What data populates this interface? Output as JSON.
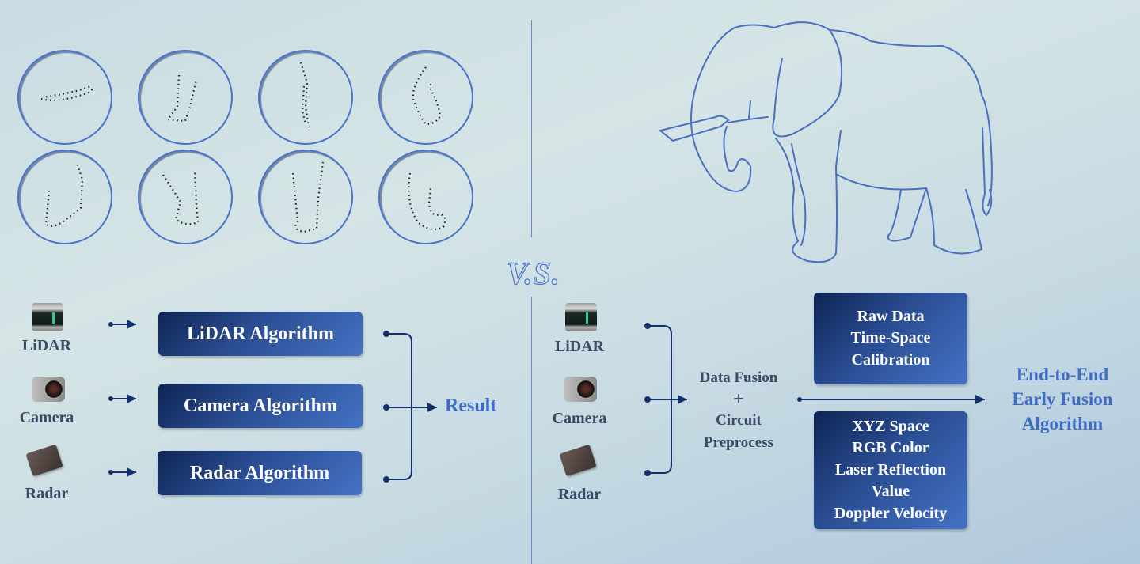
{
  "left_panel": {
    "point_clouds": [
      "curve-1",
      "foot-1",
      "leg-1",
      "trunk-1",
      "curve-2",
      "foot-2",
      "foot-3",
      "trunk-2"
    ],
    "sensors": [
      {
        "label": "LiDAR",
        "icon": "lidar-icon"
      },
      {
        "label": "Camera",
        "icon": "camera-icon"
      },
      {
        "label": "Radar",
        "icon": "radar-icon"
      }
    ],
    "algorithms": [
      "LiDAR Algorithm",
      "Camera Algorithm",
      "Radar Algorithm"
    ],
    "result": "Result"
  },
  "center": {
    "vs": "V.S."
  },
  "right_panel": {
    "illustration": "elephant",
    "sensors": [
      {
        "label": "LiDAR",
        "icon": "lidar-icon"
      },
      {
        "label": "Camera",
        "icon": "camera-icon"
      },
      {
        "label": "Radar",
        "icon": "radar-icon"
      }
    ],
    "fusion": {
      "line1": "Data Fusion",
      "plus": "+",
      "line2": "Circuit",
      "line3": "Preprocess"
    },
    "top_box": [
      "Raw Data",
      "Time-Space",
      "Calibration"
    ],
    "bottom_box": [
      "XYZ Space",
      "RGB Color",
      "Laser Reflection",
      "Value",
      "Doppler Velocity"
    ],
    "output": [
      "End-to-End",
      "Early Fusion",
      "Algorithm"
    ]
  },
  "colors": {
    "box_dark": "#0e2554",
    "box_light": "#4472c4",
    "accent_text": "#3e6cc4",
    "label_text": "#3b4a66",
    "line": "#14306a"
  }
}
